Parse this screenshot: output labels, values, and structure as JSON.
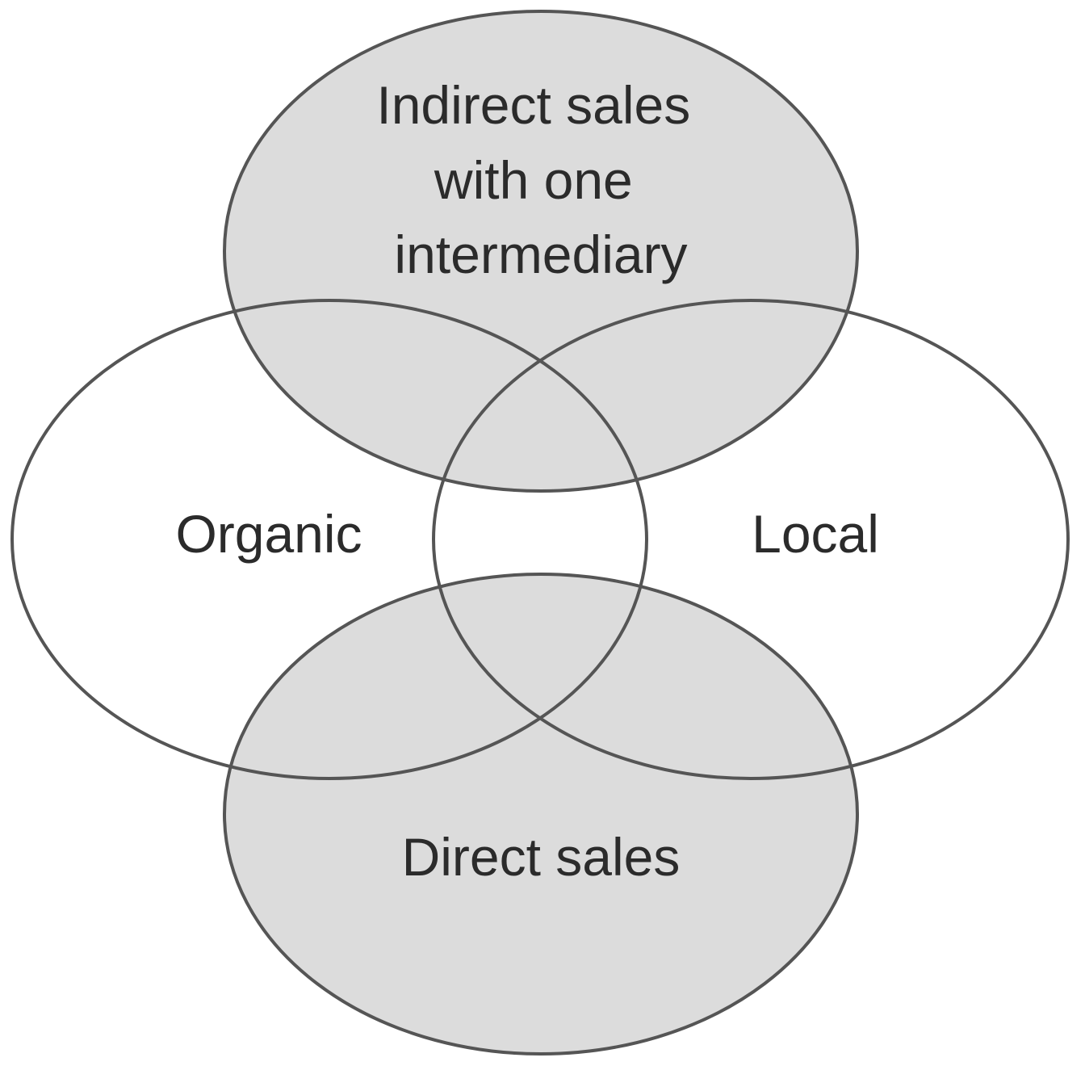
{
  "diagram": {
    "type": "venn",
    "colors": {
      "background": "#ffffff",
      "shaded_fill": "#dcdcdc",
      "unshaded_fill": "#ffffff",
      "outline": "#555555",
      "text": "#2b2b2b"
    },
    "sets": [
      {
        "id": "organic",
        "label_lines": [
          "Organic"
        ],
        "shaded": false
      },
      {
        "id": "local",
        "label_lines": [
          "Local"
        ],
        "shaded": false
      },
      {
        "id": "indirect",
        "label_lines": [
          "Indirect sales",
          "with one",
          "intermediary"
        ],
        "shaded": true
      },
      {
        "id": "direct",
        "label_lines": [
          "Direct sales"
        ],
        "shaded": true
      }
    ]
  }
}
